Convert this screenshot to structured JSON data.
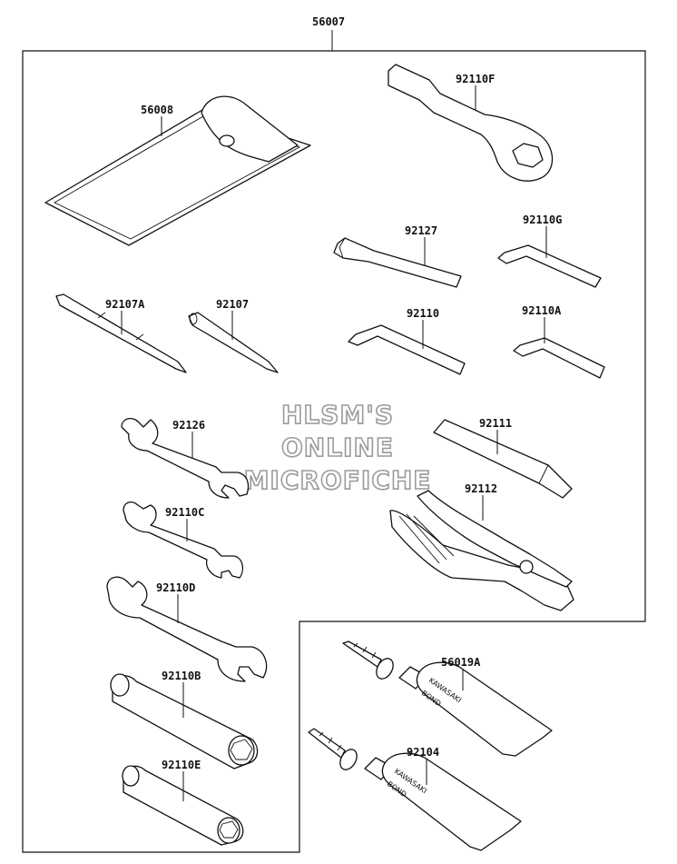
{
  "assembly": {
    "number": "56007"
  },
  "watermark": {
    "line1": "HLSM'S",
    "line2": "ONLINE",
    "line3": "MICROFICHE"
  },
  "tube_print": {
    "brand": "KAWASAKI",
    "word": "BOND"
  },
  "parts": [
    {
      "id": "pouch",
      "number": "56008"
    },
    {
      "id": "ring-wrench",
      "number": "92110F"
    },
    {
      "id": "hex-key-92127",
      "number": "92127"
    },
    {
      "id": "hex-key-92110G",
      "number": "92110G"
    },
    {
      "id": "screwdriver-92107A",
      "number": "92107A"
    },
    {
      "id": "screwdriver-92107",
      "number": "92107"
    },
    {
      "id": "hex-key-92110",
      "number": "92110"
    },
    {
      "id": "hex-key-92110A",
      "number": "92110A"
    },
    {
      "id": "wrench-92126",
      "number": "92126"
    },
    {
      "id": "handle-bar",
      "number": "92111"
    },
    {
      "id": "pliers",
      "number": "92112"
    },
    {
      "id": "wrench-92110C",
      "number": "92110C"
    },
    {
      "id": "wrench-92110D",
      "number": "92110D"
    },
    {
      "id": "bond-tube-56019A",
      "number": "56019A"
    },
    {
      "id": "socket-92110B",
      "number": "92110B"
    },
    {
      "id": "bond-tube-92104",
      "number": "92104"
    },
    {
      "id": "socket-92110E",
      "number": "92110E"
    }
  ]
}
